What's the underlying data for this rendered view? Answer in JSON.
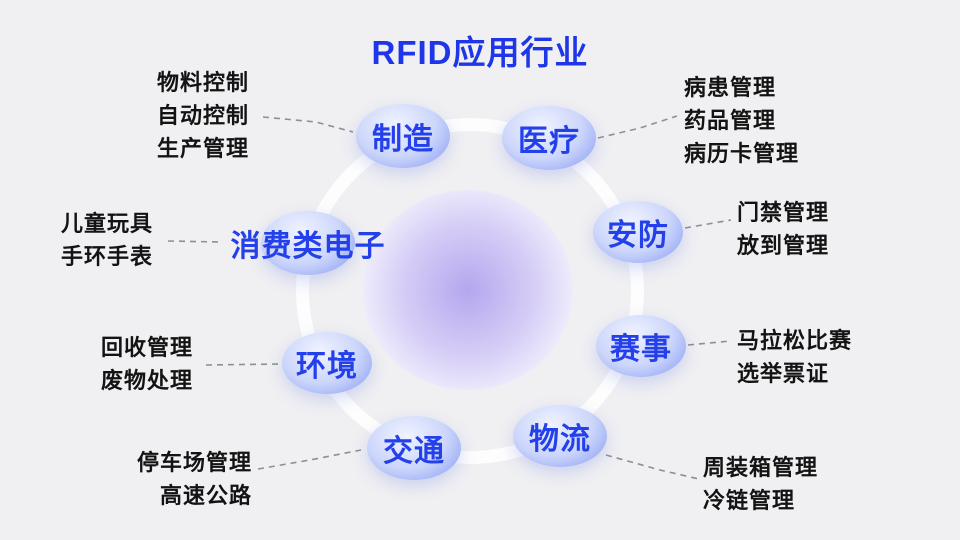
{
  "title": "RFID应用行业",
  "colors": {
    "background": "#f0f0f2",
    "title_text": "#1e36e8",
    "node_text": "#2440ea",
    "annotation_text": "#131313",
    "connector": "#8f8f8f",
    "node_gradient": [
      "#f0f3ff",
      "#ccd6fb",
      "#8298f2"
    ],
    "center_gradient": [
      "#b4a7ee",
      "#d5cdf6",
      "#efedfc"
    ]
  },
  "nodes": [
    {
      "id": "manufacturing",
      "label": "制造",
      "annotations": [
        "物料控制",
        "自动控制",
        "生产管理"
      ]
    },
    {
      "id": "medical",
      "label": "医疗",
      "annotations": [
        "病患管理",
        "药品管理",
        "病历卡管理"
      ]
    },
    {
      "id": "security",
      "label": "安防",
      "annotations": [
        "门禁管理",
        "放到管理"
      ]
    },
    {
      "id": "events",
      "label": "赛事",
      "annotations": [
        "马拉松比赛",
        "选举票证"
      ]
    },
    {
      "id": "logistics",
      "label": "物流",
      "annotations": [
        "周装箱管理",
        "冷链管理"
      ]
    },
    {
      "id": "traffic",
      "label": "交通",
      "annotations": [
        "停车场管理",
        "高速公路"
      ]
    },
    {
      "id": "environment",
      "label": "环境",
      "annotations": [
        "回收管理",
        "废物处理"
      ]
    },
    {
      "id": "consumer-electronics",
      "label": "消费类电子",
      "annotations": [
        "儿童玩具",
        "手环手表"
      ]
    }
  ]
}
